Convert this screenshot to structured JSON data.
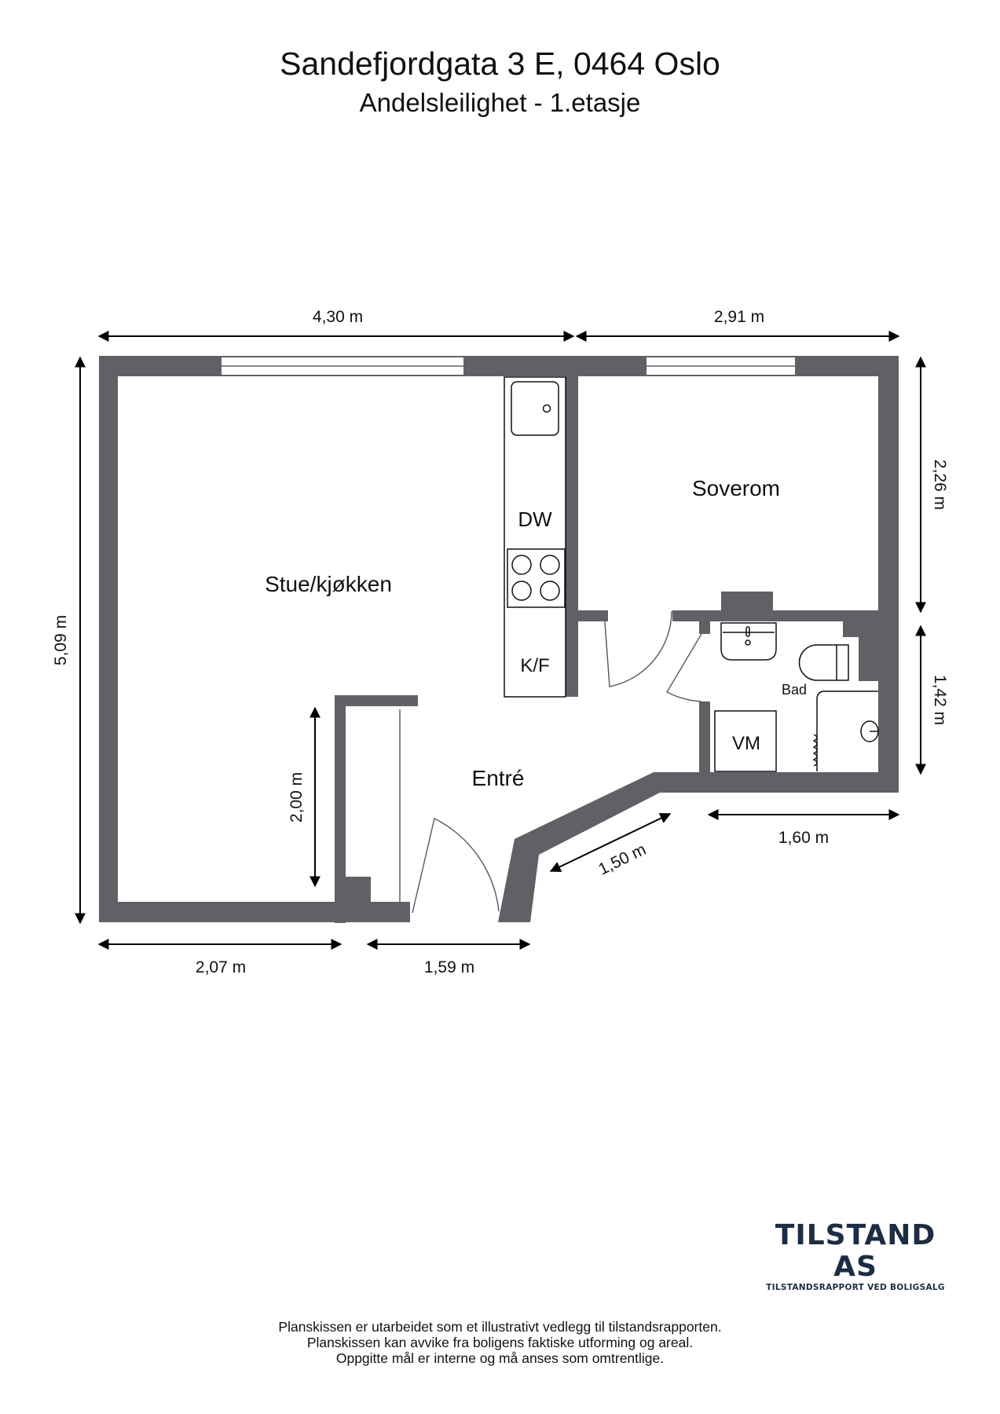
{
  "header": {
    "address": "Sandefjordgata 3 E, 0464 Oslo",
    "subtitle": "Andelsleilighet - 1.etasje"
  },
  "rooms": {
    "living_kitchen": "Stue/kjøkken",
    "bedroom": "Soverom",
    "entrance": "Entré",
    "bathroom": "Bad"
  },
  "fixtures": {
    "dishwasher": "DW",
    "fridge_freezer": "K/F",
    "washing_machine": "VM"
  },
  "dimensions": {
    "top_left": "4,30 m",
    "top_right": "2,91 m",
    "left_height": "5,09 m",
    "right_upper": "2,26 m",
    "right_lower": "1,42 m",
    "closet_height": "2,00 m",
    "diagonal_wall": "1,50 m",
    "bath_bottom": "1,60 m",
    "bottom_left": "2,07 m",
    "bottom_entry": "1,59 m"
  },
  "colors": {
    "wall": "#5f6166",
    "logo": "#1c2d45"
  },
  "logo": {
    "name": "TILSTAND AS",
    "tagline": "TILSTANDSRAPPORT VED BOLIGSALG"
  },
  "disclaimer": {
    "line1": "Planskissen er utarbeidet som et illustrativt vedlegg til tilstandsrapporten.",
    "line2": "Planskissen kan avvike fra boligens faktiske utforming og areal.",
    "line3": "Oppgitte mål er interne og må anses som omtrentlige."
  }
}
